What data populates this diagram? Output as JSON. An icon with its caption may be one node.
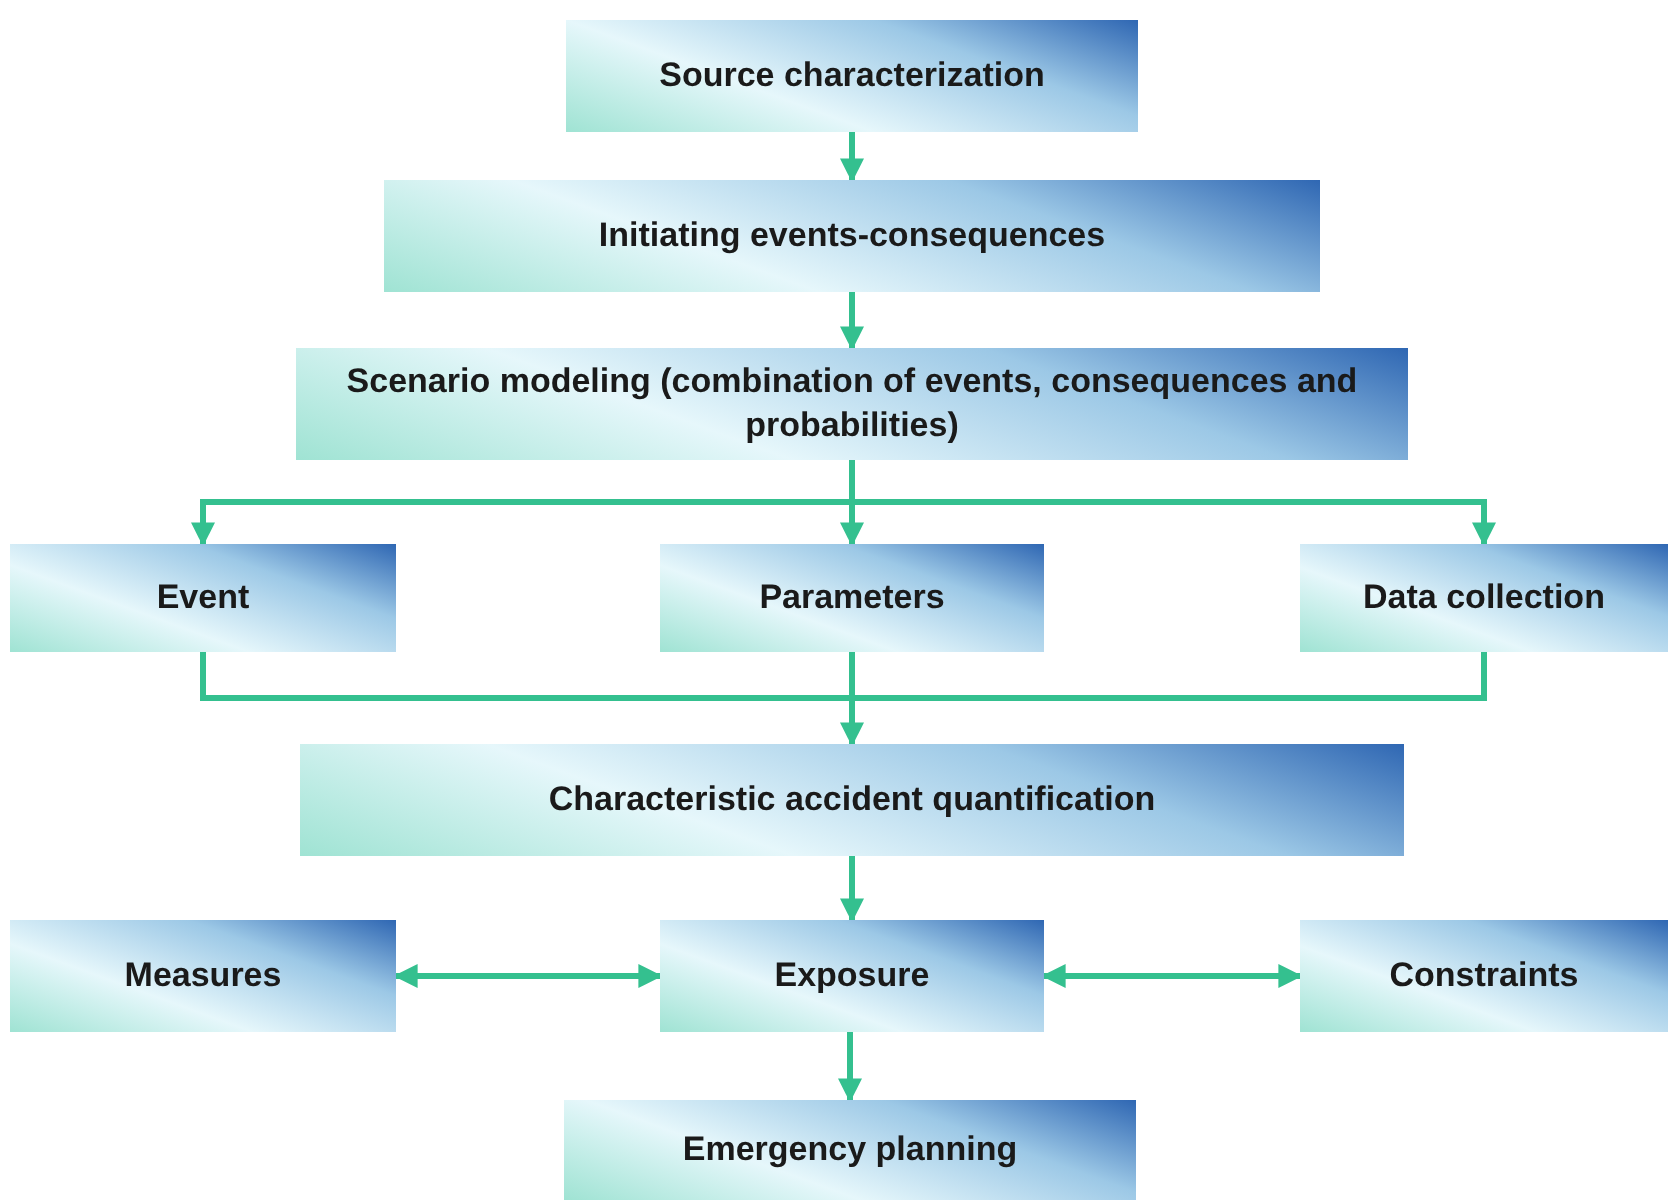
{
  "diagram": {
    "nodes": [
      {
        "text": [
          "Source characterization"
        ]
      },
      {
        "text": [
          "Initiating events-consequences"
        ]
      },
      {
        "text": [
          "Scenario modeling (combination of events, consequences and probabilities)"
        ]
      },
      {
        "text": [
          "Event"
        ]
      },
      {
        "text": [
          "Parameters"
        ]
      },
      {
        "text": [
          "Data collection"
        ]
      },
      {
        "text": [
          "Characteristic accident quantification"
        ]
      },
      {
        "text": [
          "Measures"
        ]
      },
      {
        "text": [
          "Exposure"
        ]
      },
      {
        "text": [
          "Constraints"
        ]
      },
      {
        "text": [
          "Emergency planning"
        ]
      }
    ],
    "edges": [
      {
        "from": 0,
        "to": 1,
        "arrow": "to"
      },
      {
        "from": 1,
        "to": 2,
        "arrow": "to"
      },
      {
        "from": 2,
        "to": 3,
        "arrow": "to"
      },
      {
        "from": 2,
        "to": 4,
        "arrow": "to"
      },
      {
        "from": 2,
        "to": 5,
        "arrow": "to"
      },
      {
        "from": 3,
        "to": 6,
        "arrow": "none"
      },
      {
        "from": 4,
        "to": 6,
        "arrow": "to"
      },
      {
        "from": 5,
        "to": 6,
        "arrow": "none"
      },
      {
        "from": 6,
        "to": 8,
        "arrow": "to"
      },
      {
        "from": 8,
        "to": 7,
        "arrow": "both"
      },
      {
        "from": 8,
        "to": 9,
        "arrow": "both"
      },
      {
        "from": 8,
        "to": 10,
        "arrow": "to"
      }
    ]
  }
}
